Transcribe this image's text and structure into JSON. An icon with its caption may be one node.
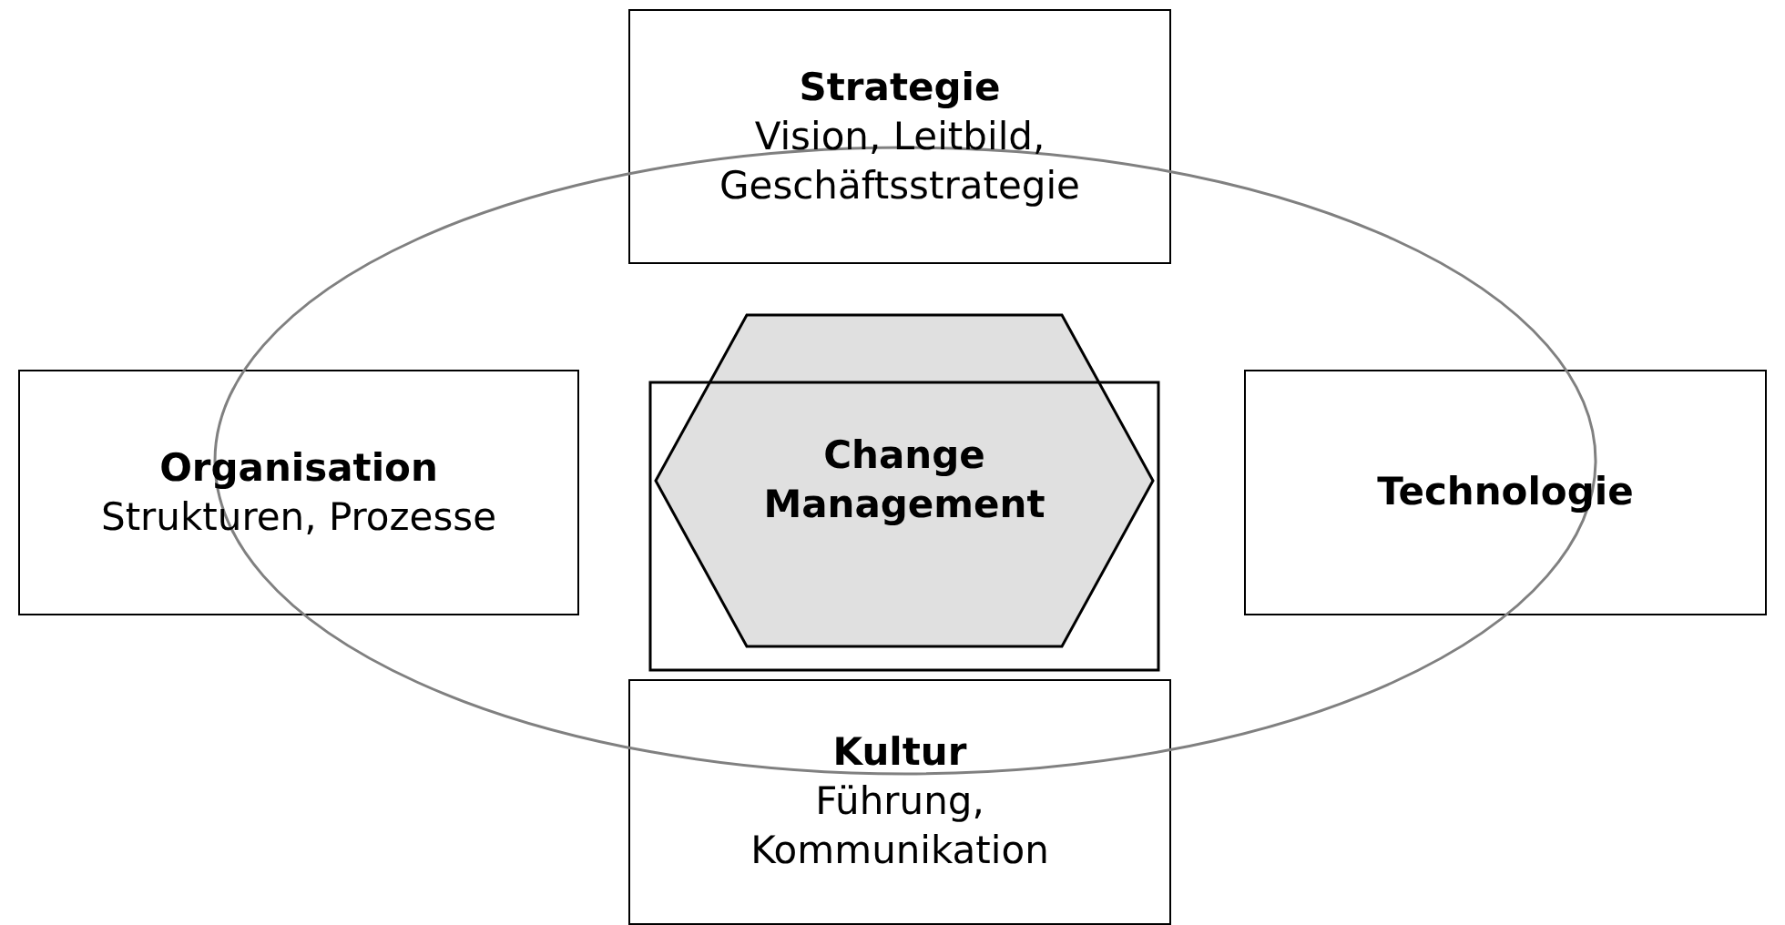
{
  "diagram": {
    "nodes": [
      {
        "text": [
          "Strategie",
          "Vision, Leitbild, Geschäftsstrategie"
        ]
      },
      {
        "text": [
          "Organisation",
          "Strukturen, Prozesse"
        ]
      },
      {
        "text": [
          "Change Management"
        ]
      },
      {
        "text": [
          "Technologie"
        ]
      },
      {
        "text": [
          "Kultur",
          "Führung, Kommunikation"
        ]
      }
    ],
    "edges": []
  }
}
